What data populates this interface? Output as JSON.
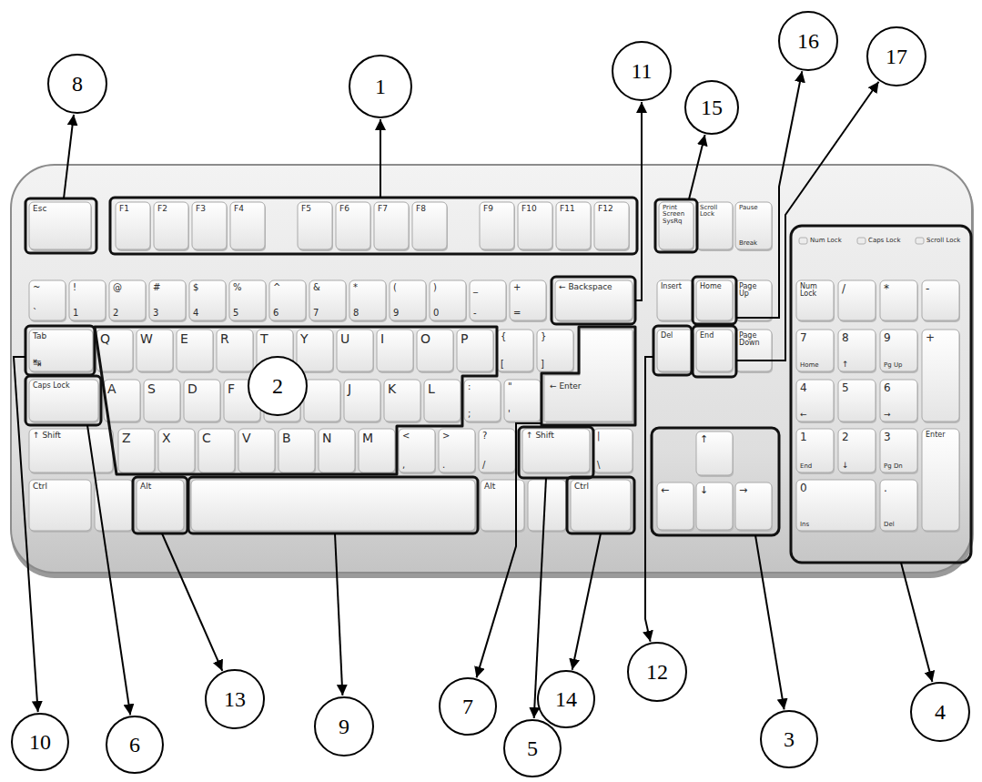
{
  "diagram": {
    "nodes": [
      {
        "text": [
          "8"
        ]
      },
      {
        "text": [
          "1"
        ]
      },
      {
        "text": [
          "11"
        ]
      },
      {
        "text": [
          "15"
        ]
      },
      {
        "text": [
          "16"
        ]
      },
      {
        "text": [
          "17"
        ]
      },
      {
        "text": [
          "2"
        ]
      },
      {
        "text": [
          "10"
        ]
      },
      {
        "text": [
          "6"
        ]
      },
      {
        "text": [
          "13"
        ]
      },
      {
        "text": [
          "9"
        ]
      },
      {
        "text": [
          "7"
        ]
      },
      {
        "text": [
          "14"
        ]
      },
      {
        "text": [
          "12"
        ]
      },
      {
        "text": [
          "5"
        ]
      },
      {
        "text": [
          "3"
        ]
      },
      {
        "text": [
          "4"
        ]
      }
    ],
    "labels": [
      "Esc",
      "F1",
      "F2",
      "F3",
      "F4",
      "F5",
      "F6",
      "F7",
      "F8",
      "F9",
      "F10",
      "F11",
      "F12",
      "Print Screen SysRq",
      "Scroll Lock",
      "Pause",
      "Break",
      "Num Lock",
      "Caps Lock",
      "Scroll Lock",
      "~",
      "`",
      "!",
      "1",
      "@",
      "2",
      "#",
      "3",
      "$",
      "4",
      "%",
      "5",
      "^",
      "6",
      "&",
      "7",
      "*",
      "8",
      "(",
      "9",
      ")",
      "0",
      "_",
      "-",
      "+",
      "=",
      "← Backspace",
      "Insert",
      "Home",
      "Page Up",
      "Num Lock",
      "/",
      "*",
      "-",
      "Tab",
      "↹",
      "Q",
      "W",
      "E",
      "R",
      "T",
      "Y",
      "U",
      "I",
      "O",
      "P",
      "{",
      "[",
      "}",
      "]",
      "Del",
      "End",
      "Page Down",
      "7",
      "Home",
      "8",
      "↑",
      "9",
      "Pg Up",
      "+",
      "Caps Lock",
      "A",
      "S",
      "D",
      "F",
      "J",
      "K",
      "L",
      ":",
      ";",
      "\"",
      "'",
      "← Enter",
      "4",
      "←",
      "5",
      "6",
      "→",
      "↑ Shift",
      "Z",
      "X",
      "C",
      "V",
      "B",
      "N",
      "M",
      "<",
      ",",
      ">",
      ".",
      "?",
      "/",
      "↑ Shift",
      "|",
      "\\",
      "↑",
      "1",
      "End",
      "2",
      "↓",
      "3",
      "Pg Dn",
      "Enter",
      "Ctrl",
      "Alt",
      "Alt",
      "Ctrl",
      "←",
      "↓",
      "→",
      "0",
      "Ins",
      ".",
      "Del"
    ]
  }
}
